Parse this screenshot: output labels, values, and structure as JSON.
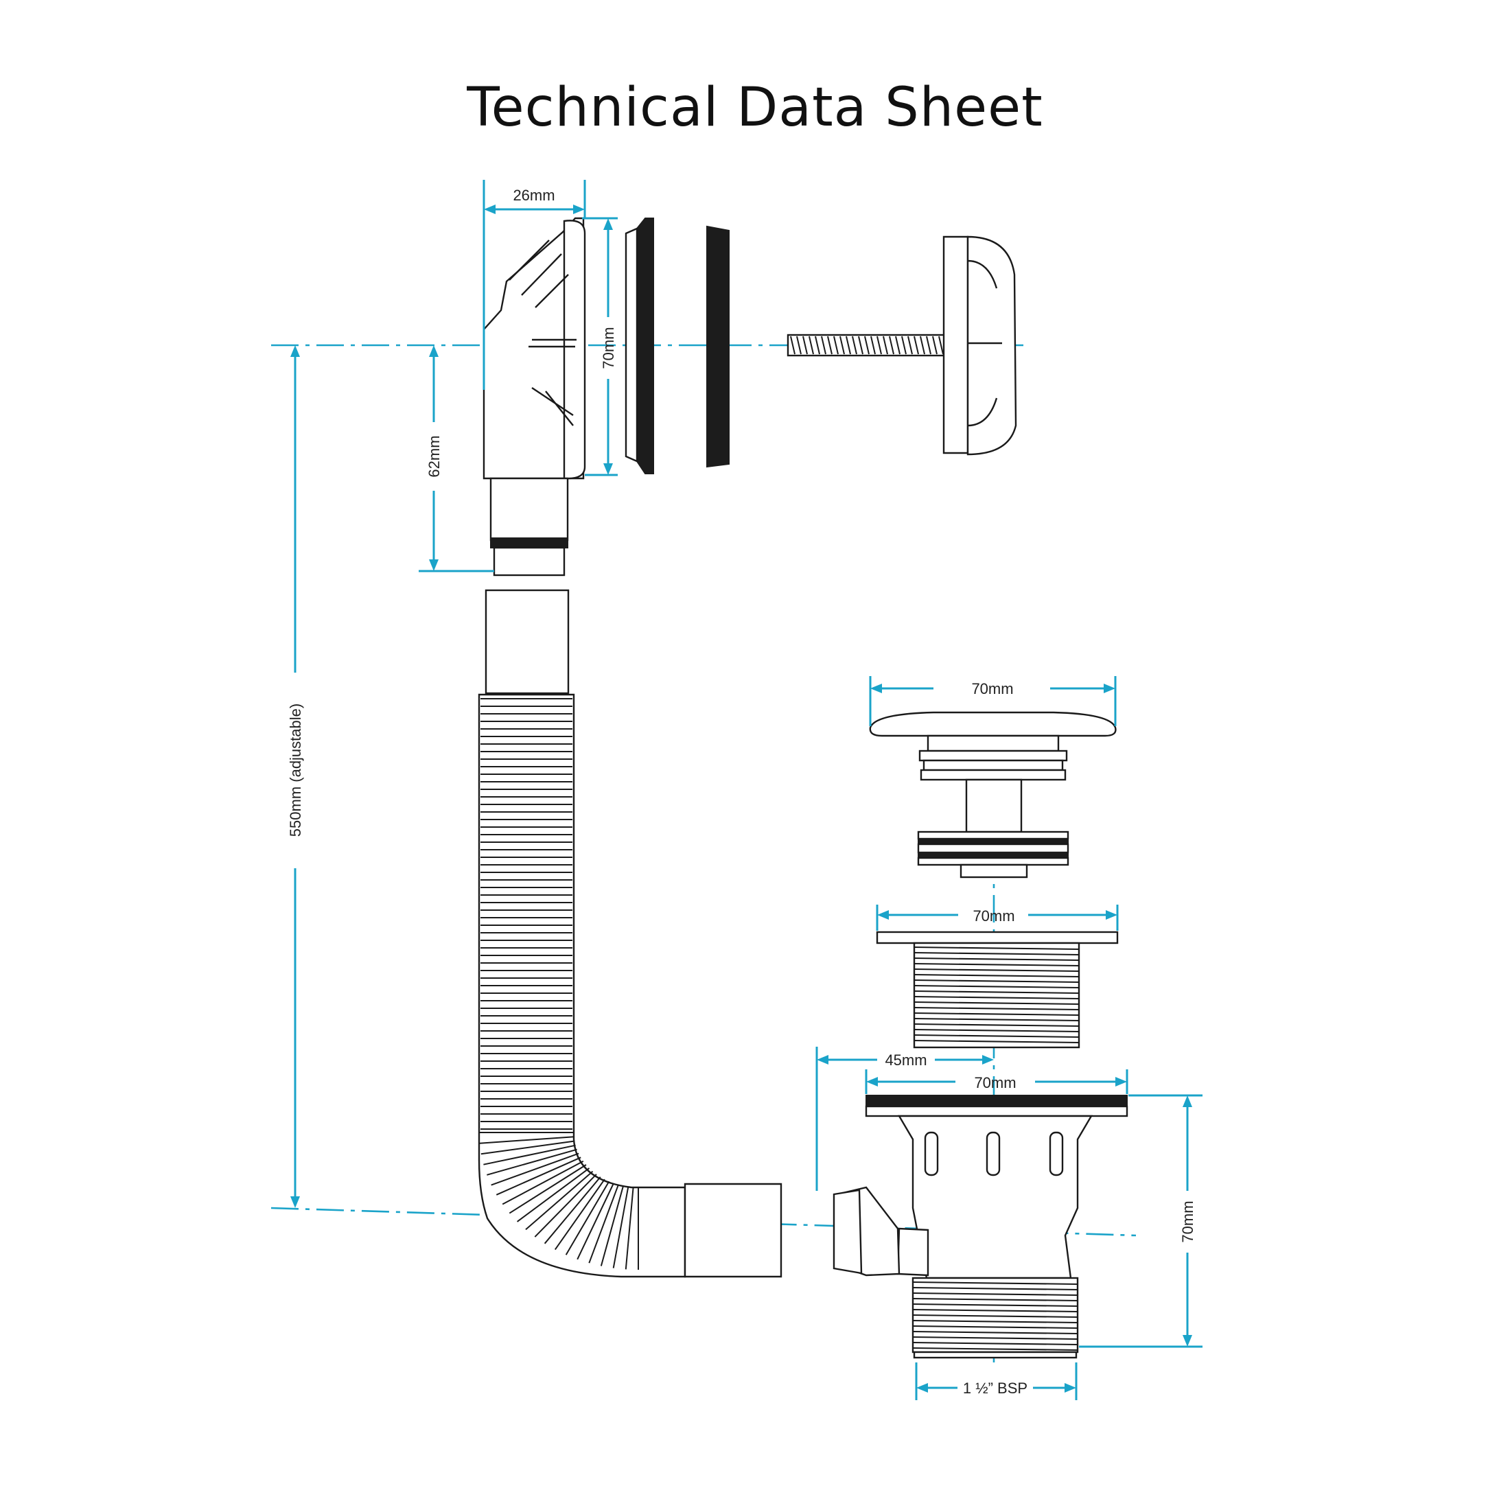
{
  "title": "Technical Data Sheet",
  "colors": {
    "dimension_lines": "#1aa3c9",
    "outline": "#1a1a1a"
  },
  "dimensions": {
    "overflow_depth": "26mm",
    "overflow_height": "70mm",
    "overflow_offset": "62mm",
    "hose_length": "550mm (adjustable)",
    "plug_diameter": "70mm",
    "body_diameter": "70mm",
    "outlet_offset": "45mm",
    "waste_diameter": "70mm",
    "waste_height": "70mm",
    "thread": "1 ½” BSP"
  }
}
